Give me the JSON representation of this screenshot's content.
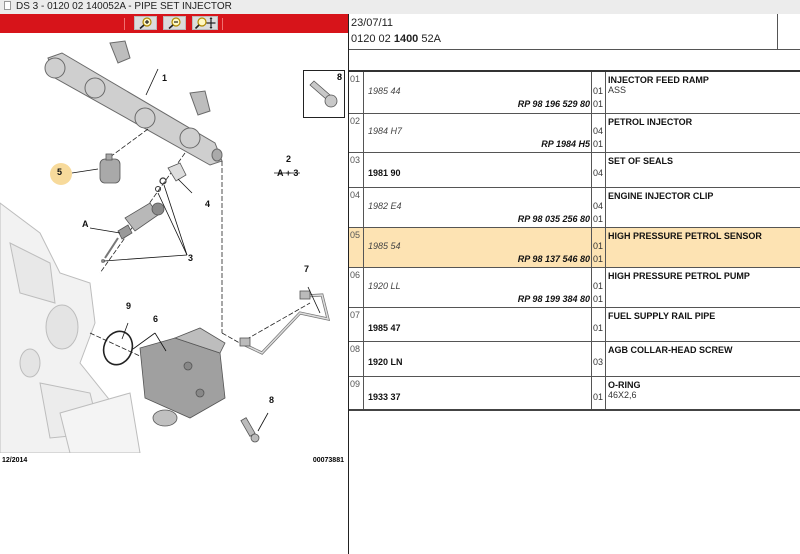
{
  "window": {
    "title": "DS 3 - 0120 02 140052A - PIPE SET INJECTOR"
  },
  "toolbar": {
    "zoom_in": "zoom-in",
    "zoom_out": "zoom-out",
    "pan": "zoom-pan"
  },
  "diagram": {
    "callouts": [
      "1",
      "2",
      "A + 3",
      "3",
      "4",
      "5",
      "6",
      "7",
      "8",
      "9",
      "A"
    ],
    "inset_number": "8",
    "footer_date": "12/2014",
    "footer_id": "00073881",
    "highlighted_callout": "5"
  },
  "header": {
    "date": "23/07/11",
    "ref_prefix": "0120 02 ",
    "ref_bold": "1400",
    "ref_suffix": " 52A"
  },
  "parts": [
    {
      "num": "01",
      "code": "1985 44",
      "code_style": "italic",
      "qty1": "01",
      "rp": "RP 98 196 529 80",
      "qty2": "01",
      "desc": "INJECTOR FEED RAMP",
      "sub": "ASS",
      "highlight": false
    },
    {
      "num": "02",
      "code": "1984 H7",
      "code_style": "italic",
      "qty1": "04",
      "rp": "RP 1984 H5",
      "qty2": "01",
      "desc": "PETROL INJECTOR",
      "sub": "",
      "highlight": false
    },
    {
      "num": "03",
      "code": "1981 90",
      "code_style": "bold",
      "qty1": "04",
      "rp": "",
      "qty2": "",
      "desc": "SET OF SEALS",
      "sub": "",
      "highlight": false
    },
    {
      "num": "04",
      "code": "1982 E4",
      "code_style": "italic",
      "qty1": "04",
      "rp": "RP 98 035 256 80",
      "qty2": "01",
      "desc": "ENGINE INJECTOR CLIP",
      "sub": "",
      "highlight": false
    },
    {
      "num": "05",
      "code": "1985 54",
      "code_style": "italic",
      "qty1": "01",
      "rp": "RP 98 137 546 80",
      "qty2": "01",
      "desc": "HIGH PRESSURE PETROL SENSOR",
      "sub": "",
      "highlight": true
    },
    {
      "num": "06",
      "code": "1920 LL",
      "code_style": "italic",
      "qty1": "01",
      "rp": "RP 98 199 384 80",
      "qty2": "01",
      "desc": "HIGH PRESSURE PETROL PUMP",
      "sub": "",
      "highlight": false
    },
    {
      "num": "07",
      "code": "1985 47",
      "code_style": "bold",
      "qty1": "01",
      "rp": "",
      "qty2": "",
      "desc": "FUEL SUPPLY RAIL PIPE",
      "sub": "",
      "highlight": false
    },
    {
      "num": "08",
      "code": "1920 LN",
      "code_style": "bold",
      "qty1": "03",
      "rp": "",
      "qty2": "",
      "desc": "AGB COLLAR-HEAD SCREW",
      "sub": "",
      "highlight": false
    },
    {
      "num": "09",
      "code": "1933 37",
      "code_style": "bold",
      "qty1": "01",
      "rp": "",
      "qty2": "",
      "desc": "O-RING",
      "sub": "46X2,6",
      "highlight": false
    }
  ],
  "colors": {
    "toolbar_red": "#d7141a",
    "highlight_row": "#fde3b3",
    "highlight_callout": "#f6d48a"
  }
}
